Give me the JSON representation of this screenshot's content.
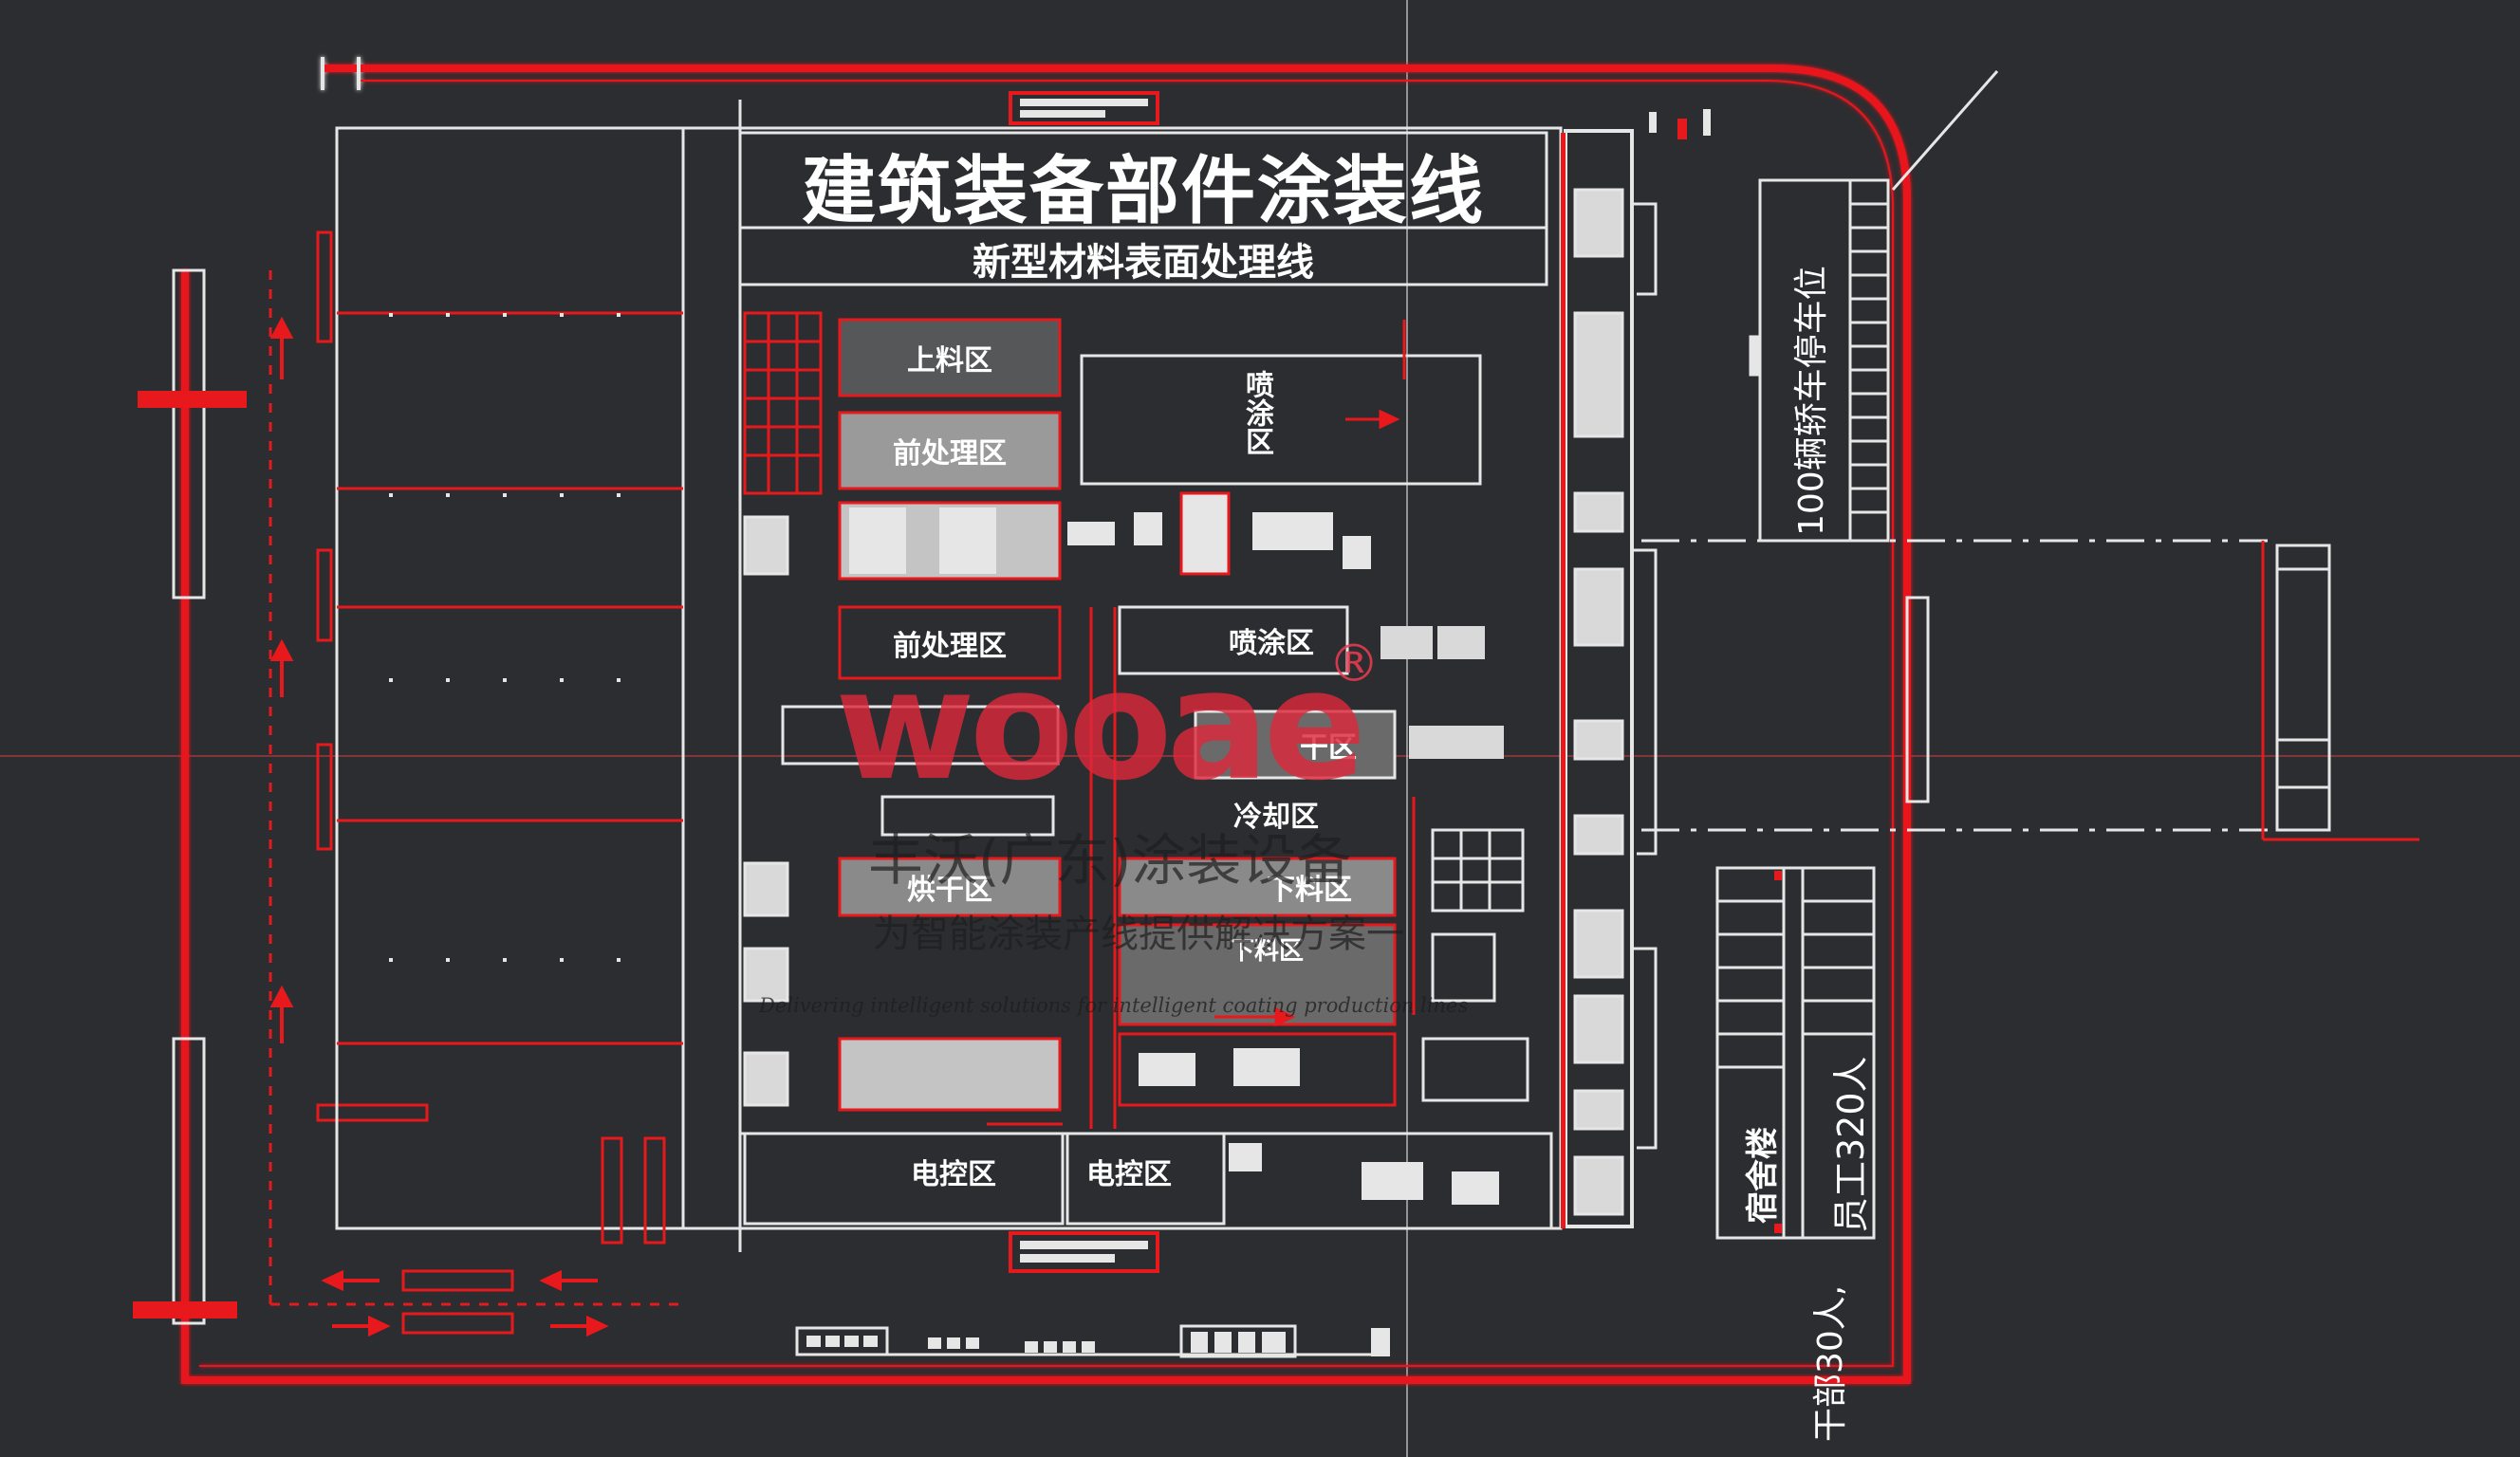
{
  "header": {
    "title": "建筑装备部件涂装线",
    "subtitle": "新型材料表面处理线"
  },
  "zones": [
    {
      "id": "loading",
      "label": "上料区"
    },
    {
      "id": "pretreat1",
      "label": "前处理区"
    },
    {
      "id": "pretreat2",
      "label": "前处理区"
    },
    {
      "id": "spray",
      "label": "喷涂区"
    },
    {
      "id": "dry1",
      "label": "干区"
    },
    {
      "id": "cool",
      "label": "冷却区"
    },
    {
      "id": "dry2",
      "label": "烘干区"
    },
    {
      "id": "unload1",
      "label": "下料区"
    },
    {
      "id": "unload2",
      "label": "下料区"
    },
    {
      "id": "electric1",
      "label": "电控区"
    },
    {
      "id": "electric2",
      "label": "电控区"
    }
  ],
  "annotations": {
    "vertical_zone": "喷涂区",
    "parking": "100辆轿车停车位",
    "dormitory_title": "宿舍楼",
    "dormitory_sub": "员工320人",
    "staff_note": "干部30人,"
  },
  "watermark": {
    "logo": "wooae",
    "registered": "®",
    "company": "丰沃(广东)涂装设备",
    "slogan": "为智能涂装产线提供解决方案一",
    "english": "Delivering intelligent solutions for intelligent coating production lines"
  },
  "colors": {
    "background": "#2b2d30",
    "line_red": "#e8191c",
    "line_white": "#e6e6e6",
    "fill_gray": "#8a8a8a",
    "fill_light": "#d9d9d9"
  }
}
